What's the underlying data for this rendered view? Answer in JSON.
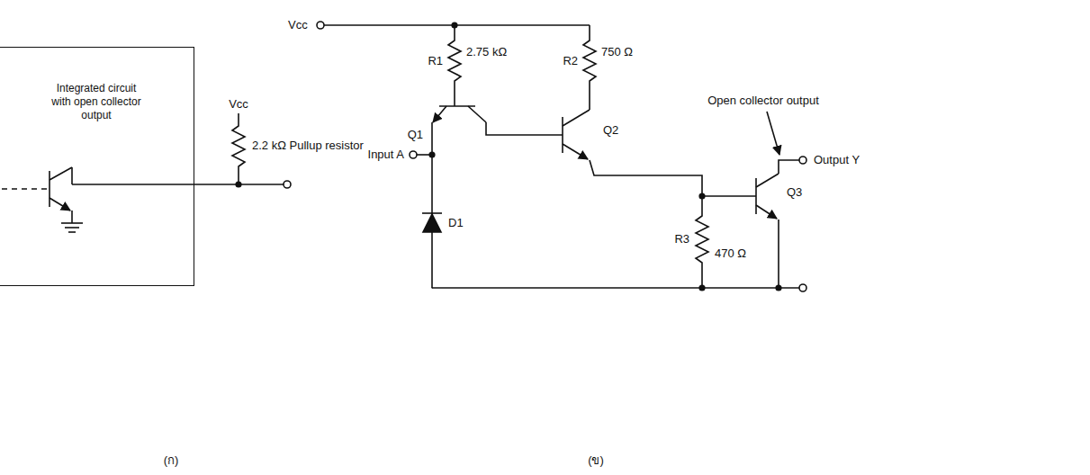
{
  "diagram": {
    "nodes": [
      {
        "text": [
          "Integrated circuit with open collector output"
        ]
      }
    ],
    "labels": [
      "Vcc",
      "2.2 kΩ Pullup resistor",
      "Vcc",
      "R1",
      "2.75 kΩ",
      "R2",
      "750 Ω",
      "Q1",
      "Q2",
      "Input A",
      "D1",
      "R3",
      "470 Ω",
      "Q3",
      "Open collector output",
      "Output Y",
      "(ก)",
      "(ข)"
    ]
  }
}
